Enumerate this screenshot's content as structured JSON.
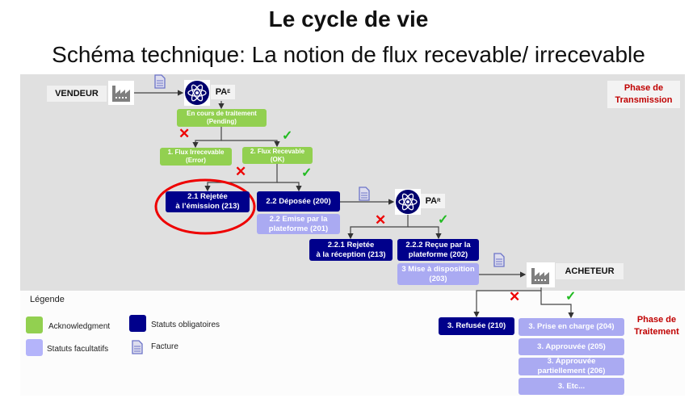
{
  "title": "Le cycle de vie",
  "subtitle": "Schéma technique: La notion de flux recevable/ irrecevable",
  "actors": {
    "vendeur": "VENDEUR",
    "acheteur": "ACHETEUR",
    "pa_emission": "PA",
    "pa_emission_sup": "E",
    "pa_reception": "PA",
    "pa_reception_sup": "R"
  },
  "phases": {
    "transmission": [
      "Phase de",
      "Transmission"
    ],
    "traitement": [
      "Phase de",
      "Traitement"
    ]
  },
  "nodes": {
    "pending": [
      "En cours de traitement",
      "(Pending)"
    ],
    "irrecevable": [
      "1.  Flux Irrecevable",
      "(Error)"
    ],
    "recevable": [
      "2. Flux Recevable",
      "(OK)"
    ],
    "rejetee_emission": [
      "2.1 Rejetée",
      "à l’émission (213)"
    ],
    "deposee": "2.2 Déposée (200)",
    "emise": [
      "2.2 Emise par la",
      "plateforme (201)"
    ],
    "rejetee_reception": [
      "2.2.1 Rejetée",
      "à la réception (213)"
    ],
    "recue": [
      "2.2.2 Reçue par la",
      "plateforme (202)"
    ],
    "mise_disposition": [
      "3 Mise à disposition",
      "(203)"
    ],
    "refusee": "3. Refusée (210)",
    "prise_en_charge": "3. Prise en charge (204)",
    "approuvee": "3. Approuvée (205)",
    "approuvee_partiel": [
      "3. Approuvée",
      "partiellement (206)"
    ],
    "etc": "3. Etc..."
  },
  "legend": {
    "title": "Légende",
    "acknowledgment": "Acknowledgment",
    "facultatifs": "Statuts facultatifs",
    "obligatoires": "Statuts obligatoires",
    "facture": "Facture"
  },
  "colors": {
    "acknowledgment": "#92d050",
    "obligatoire": "#00008b",
    "facultatif": "#aaaaf2",
    "phase": "#c00000"
  }
}
